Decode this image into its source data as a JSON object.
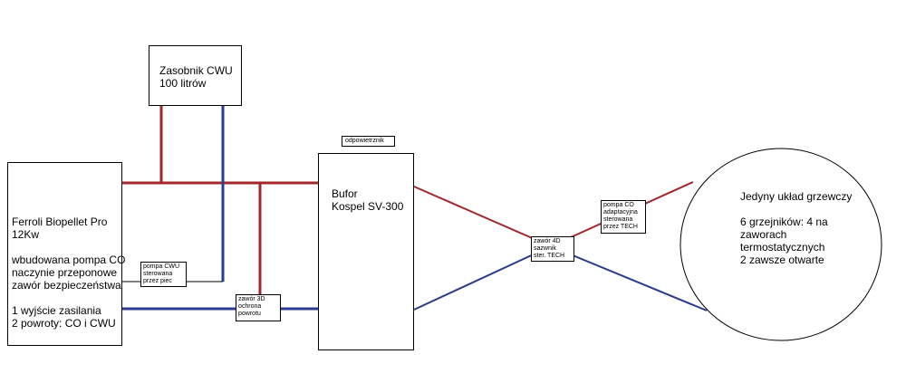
{
  "colors": {
    "supply": "#a3282e",
    "return": "#2b3b8f",
    "outline": "#000000",
    "background": "#ffffff"
  },
  "cwu_tank": {
    "line1": "Zasobnik CWU",
    "line2": "100 litrów"
  },
  "boiler": {
    "line1": "Ferroli Biopellet Pro",
    "line2": "12Kw",
    "line3": "wbudowana pompa CO",
    "line4": "naczynie przeponowe",
    "line5": "zawór bezpieczeństwa",
    "line6": "1 wyjście zasilania",
    "line7": "2 powroty: CO i CWU"
  },
  "vent": {
    "label": "odpowietrznik"
  },
  "buffer": {
    "line1": "Bufor",
    "line2": "Kospel SV-300"
  },
  "pump_cwu": {
    "line1": "pompa CWU",
    "line2": "sterowana",
    "line3": "przez piec"
  },
  "valve_3d": {
    "line1": "zawór 3D",
    "line2": "ochrona",
    "line3": "powrotu"
  },
  "valve_4d": {
    "line1": "zawór 4D",
    "line2": "sazwnik",
    "line3": "ster. TECH"
  },
  "pump_co": {
    "line1": "pompa CO",
    "line2": "adaptacyjna",
    "line3": "sterowana",
    "line4": "przez TECH"
  },
  "heating_circuit": {
    "line1": "Jedyny układ grzewczy",
    "line2": "6 grzejników: 4 na",
    "line3": "zaworach",
    "line4": "termostatycznych",
    "line5": "2 zawsze otwarte"
  }
}
